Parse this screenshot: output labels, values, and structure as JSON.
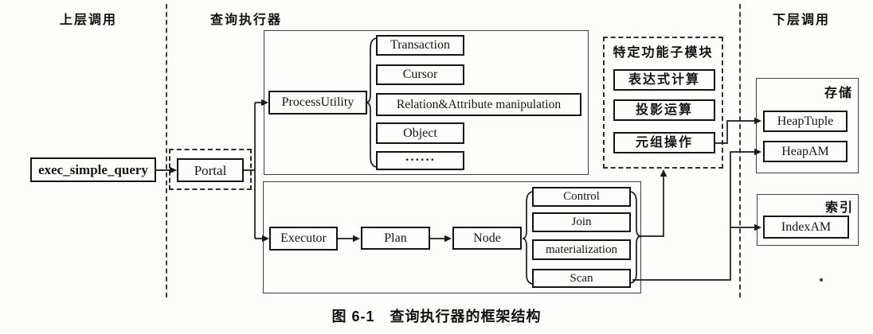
{
  "sections": {
    "upper_label": "上层调用",
    "middle_label": "查询执行器",
    "lower_label": "下层调用"
  },
  "upper": {
    "exec_box": "exec_simple_query"
  },
  "executor": {
    "portal": "Portal",
    "process_utility": "ProcessUtility",
    "utility_items": [
      "Transaction",
      "Cursor",
      "Relation&Attribute manipulation",
      "Object",
      "······"
    ],
    "executor": "Executor",
    "plan": "Plan",
    "node": "Node",
    "node_items": [
      "Control",
      "Join",
      "materialization",
      "Scan"
    ]
  },
  "submodule": {
    "title": "特定功能子模块",
    "items": [
      "表达式计算",
      "投影运算",
      "元组操作"
    ]
  },
  "lower": {
    "storage_title": "存储",
    "storage_items": [
      "HeapTuple",
      "HeapAM"
    ],
    "index_title": "索引",
    "index_items": [
      "IndexAM"
    ]
  },
  "caption": "图 6-1　查询执行器的框架结构",
  "colors": {
    "line": "#1a1a1a",
    "background": "#fdfdfb"
  }
}
